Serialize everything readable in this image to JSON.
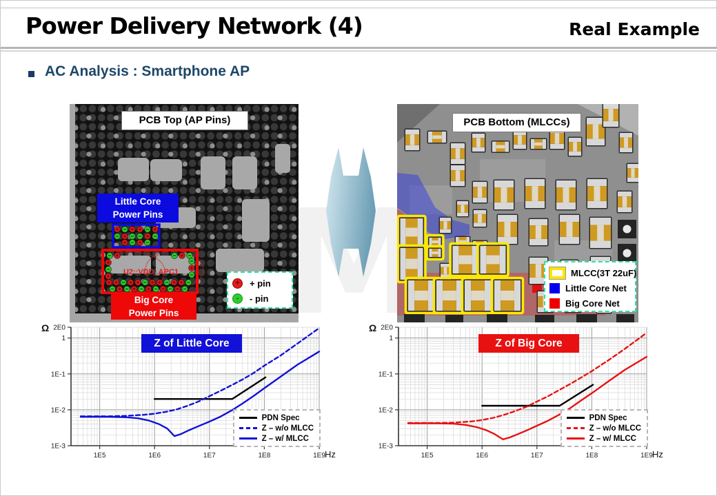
{
  "header": {
    "title": "Power Delivery Network (4)",
    "subtitle": "Real Example"
  },
  "bullet": {
    "text": "AC Analysis : Smartphone AP"
  },
  "watermark": "MSU",
  "pcb_top": {
    "title": "PCB Top (AP Pins)",
    "little_core_label": {
      "line1": "Little Core",
      "line2": "Power Pins"
    },
    "big_core_label": {
      "line1": "Big Core",
      "line2": "Power Pins"
    },
    "net_text": "U2::VDD_APC1",
    "legend": {
      "plus_symbol": "+",
      "minus_symbol": "-",
      "plus": "+ pin",
      "minus": "- pin"
    }
  },
  "pcb_bottom": {
    "title": "PCB Bottom (MLCCs)",
    "legend": {
      "mlcc": "MLCC(3T 22uF)",
      "little": "Little Core Net",
      "big": "Big Core Net"
    }
  },
  "colors": {
    "accent_blue": "#1111d8",
    "accent_red": "#e81111",
    "pcb_legend_border": "#2fe0a2",
    "mlcc_body": "#cf9a22",
    "mlcc_highlight": "#ffe800"
  },
  "chart_data": [
    {
      "type": "line",
      "title": "Z of Little Core",
      "xlabel": "Hz",
      "ylabel": "Ω",
      "xscale": "log",
      "yscale": "log",
      "xlim": [
        30000.0,
        1000000000.0
      ],
      "ylim": [
        0.001,
        2
      ],
      "grid": true,
      "legend_position": "bottom-right",
      "x_ticks": [
        {
          "v": 100000.0,
          "label": "1E5"
        },
        {
          "v": 1000000.0,
          "label": "1E6"
        },
        {
          "v": 10000000.0,
          "label": "1E7"
        },
        {
          "v": 100000000.0,
          "label": "1E8"
        },
        {
          "v": 1000000000.0,
          "label": "1E9"
        }
      ],
      "y_ticks": [
        {
          "v": 2,
          "label": "2E0"
        },
        {
          "v": 1,
          "label": "1"
        },
        {
          "v": 0.1,
          "label": "1E-1"
        },
        {
          "v": 0.01,
          "label": "1E-2"
        },
        {
          "v": 0.001,
          "label": "1E-3"
        }
      ],
      "series": [
        {
          "name": "PDN Spec",
          "color": "#000000",
          "style": "solid",
          "points": [
            [
              1000000.0,
              0.02
            ],
            [
              26000000.0,
              0.02
            ],
            [
              105000000.0,
              0.08
            ]
          ]
        },
        {
          "name": "Z – w/o MLCC",
          "color": "#1111d8",
          "style": "dashed",
          "points": [
            [
              45000.0,
              0.0066
            ],
            [
              150000.0,
              0.0066
            ],
            [
              300000.0,
              0.0068
            ],
            [
              600000.0,
              0.0072
            ],
            [
              1000000.0,
              0.0078
            ],
            [
              1600000.0,
              0.0088
            ],
            [
              2500000.0,
              0.0102
            ],
            [
              4000000.0,
              0.013
            ],
            [
              6300000.0,
              0.017
            ],
            [
              10000000.0,
              0.024
            ],
            [
              16000000.0,
              0.034
            ],
            [
              25000000.0,
              0.048
            ],
            [
              40000000.0,
              0.07
            ],
            [
              63000000.0,
              0.105
            ],
            [
              100000000.0,
              0.17
            ],
            [
              200000000.0,
              0.33
            ],
            [
              400000000.0,
              0.7
            ],
            [
              1000000000.0,
              1.9
            ]
          ]
        },
        {
          "name": "Z – w/ MLCC",
          "color": "#1111d8",
          "style": "solid",
          "points": [
            [
              45000.0,
              0.0064
            ],
            [
              150000.0,
              0.0064
            ],
            [
              300000.0,
              0.0062
            ],
            [
              500000.0,
              0.0058
            ],
            [
              800000.0,
              0.005
            ],
            [
              1200000.0,
              0.004
            ],
            [
              1700000.0,
              0.003
            ],
            [
              2300000.0,
              0.00185
            ],
            [
              3000000.0,
              0.0021
            ],
            [
              4000000.0,
              0.0026
            ],
            [
              6300000.0,
              0.0035
            ],
            [
              10000000.0,
              0.0047
            ],
            [
              16000000.0,
              0.0065
            ],
            [
              25000000.0,
              0.0095
            ],
            [
              40000000.0,
              0.015
            ],
            [
              63000000.0,
              0.024
            ],
            [
              100000000.0,
              0.04
            ],
            [
              200000000.0,
              0.085
            ],
            [
              400000000.0,
              0.18
            ],
            [
              1000000000.0,
              0.42
            ]
          ]
        }
      ]
    },
    {
      "type": "line",
      "title": "Z of Big Core",
      "xlabel": "Hz",
      "ylabel": "Ω",
      "xscale": "log",
      "yscale": "log",
      "xlim": [
        30000.0,
        1000000000.0
      ],
      "ylim": [
        0.001,
        2
      ],
      "grid": true,
      "legend_position": "bottom-right",
      "x_ticks": [
        {
          "v": 100000.0,
          "label": "1E5"
        },
        {
          "v": 1000000.0,
          "label": "1E6"
        },
        {
          "v": 10000000.0,
          "label": "1E7"
        },
        {
          "v": 100000000.0,
          "label": "1E8"
        },
        {
          "v": 1000000000.0,
          "label": "1E9"
        }
      ],
      "y_ticks": [
        {
          "v": 2,
          "label": "2E0"
        },
        {
          "v": 1,
          "label": "1"
        },
        {
          "v": 0.1,
          "label": "1E-1"
        },
        {
          "v": 0.01,
          "label": "1E-2"
        },
        {
          "v": 0.001,
          "label": "1E-3"
        }
      ],
      "series": [
        {
          "name": "PDN Spec",
          "color": "#000000",
          "style": "solid",
          "points": [
            [
              1000000.0,
              0.013
            ],
            [
              26000000.0,
              0.013
            ],
            [
              105000000.0,
              0.05
            ]
          ]
        },
        {
          "name": "Z – w/o MLCC",
          "color": "#e81111",
          "style": "dashed",
          "points": [
            [
              45000.0,
              0.0043
            ],
            [
              150000.0,
              0.0043
            ],
            [
              300000.0,
              0.0044
            ],
            [
              600000.0,
              0.0047
            ],
            [
              1000000.0,
              0.0052
            ],
            [
              1600000.0,
              0.006
            ],
            [
              2500000.0,
              0.0072
            ],
            [
              4000000.0,
              0.0092
            ],
            [
              6300000.0,
              0.012
            ],
            [
              10000000.0,
              0.017
            ],
            [
              16000000.0,
              0.024
            ],
            [
              25000000.0,
              0.035
            ],
            [
              40000000.0,
              0.052
            ],
            [
              63000000.0,
              0.078
            ],
            [
              100000000.0,
              0.12
            ],
            [
              200000000.0,
              0.24
            ],
            [
              400000000.0,
              0.5
            ],
            [
              1000000000.0,
              1.4
            ]
          ]
        },
        {
          "name": "Z – w/ MLCC",
          "color": "#e81111",
          "style": "solid",
          "points": [
            [
              45000.0,
              0.0042
            ],
            [
              150000.0,
              0.0042
            ],
            [
              300000.0,
              0.0041
            ],
            [
              500000.0,
              0.0038
            ],
            [
              800000.0,
              0.0033
            ],
            [
              1200000.0,
              0.0027
            ],
            [
              1700000.0,
              0.0021
            ],
            [
              2400000.0,
              0.0015
            ],
            [
              3200000.0,
              0.0017
            ],
            [
              4500000.0,
              0.0021
            ],
            [
              7000000.0,
              0.0028
            ],
            [
              10000000.0,
              0.0036
            ],
            [
              16000000.0,
              0.005
            ],
            [
              25000000.0,
              0.0072
            ],
            [
              40000000.0,
              0.011
            ],
            [
              63000000.0,
              0.018
            ],
            [
              100000000.0,
              0.029
            ],
            [
              200000000.0,
              0.062
            ],
            [
              400000000.0,
              0.13
            ],
            [
              1000000000.0,
              0.3
            ]
          ]
        }
      ]
    }
  ]
}
